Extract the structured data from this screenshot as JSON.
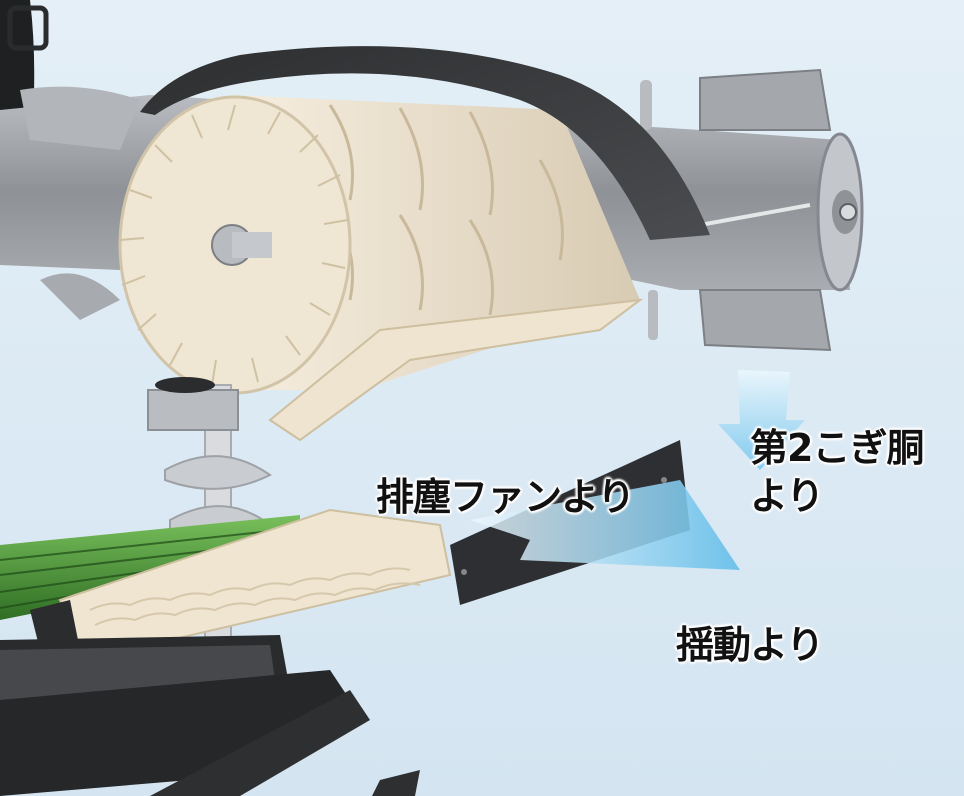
{
  "labels": {
    "exhaust_fan": "排塵ファンより",
    "second_drum_line1": "第2こぎ胴",
    "second_drum_line2": "より",
    "shaking": "揺動より"
  },
  "colors": {
    "background": "#dcebf5",
    "fan_body": "#f0e6d4",
    "cover": "#3a3b3d",
    "housing": "#9a9c9f",
    "green_rods": "#4f9a3a",
    "arrow": "#8fd0ee"
  }
}
